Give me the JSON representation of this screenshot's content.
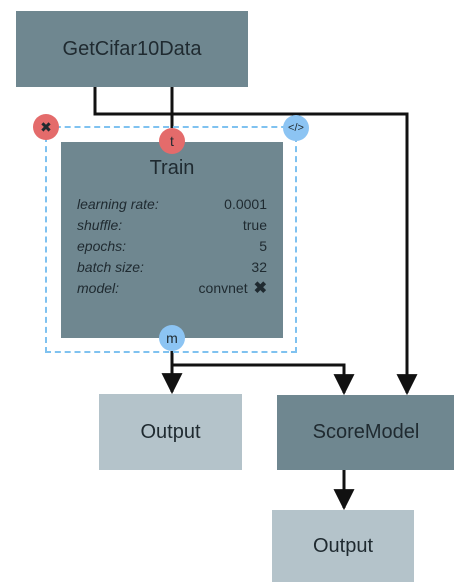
{
  "nodes": {
    "get_data": {
      "label": "GetCifar10Data"
    },
    "train": {
      "title": "Train",
      "params": [
        {
          "key": "learning rate:",
          "value": "0.0001"
        },
        {
          "key": "shuffle:",
          "value": "true"
        },
        {
          "key": "epochs:",
          "value": "5"
        },
        {
          "key": "batch size:",
          "value": "32"
        },
        {
          "key": "model:",
          "value": "convnet"
        }
      ],
      "input_port": "t",
      "output_port": "m"
    },
    "output_1": {
      "label": "Output"
    },
    "score_model": {
      "label": "ScoreModel"
    },
    "output_2": {
      "label": "Output"
    }
  },
  "controls": {
    "delete_icon": "close-icon",
    "code_icon": "code-icon",
    "remove_value_icon": "close-icon",
    "code_symbol": "</>",
    "x_symbol": "✖"
  },
  "colors": {
    "node_dark": "#6f8790",
    "node_light": "#b4c3ca",
    "selection": "#7fc2f0",
    "port_red": "#e46b6b",
    "port_blue": "#8cc4f3",
    "edge": "#111111"
  }
}
